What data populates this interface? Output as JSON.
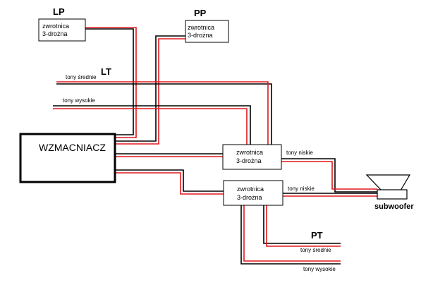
{
  "labels": {
    "lp": "LP",
    "pp": "PP",
    "lt": "LT",
    "pt": "PT",
    "amplifier": "WZMACNIACZ",
    "subwoofer": "subwoofer"
  },
  "crossovers": {
    "lp": {
      "line1": "zwrotnica",
      "line2": "3-drożna"
    },
    "pp": {
      "line1": "zwrotnica",
      "line2": "3-drożna"
    },
    "lt": {
      "line1": "zwrotnica",
      "line2": "3-drożna"
    },
    "pt": {
      "line1": "zwrotnica",
      "line2": "3-drożna"
    }
  },
  "wire_labels": {
    "lt_mid": "tony średnie",
    "lt_high": "tony wysokie",
    "lt_low": "tony niskie",
    "pt_low": "tony niskie",
    "pt_mid": "tony średnie",
    "pt_high": "tony wysokie"
  },
  "colors": {
    "wire_black": "#000000",
    "wire_red": "#e0191e"
  }
}
